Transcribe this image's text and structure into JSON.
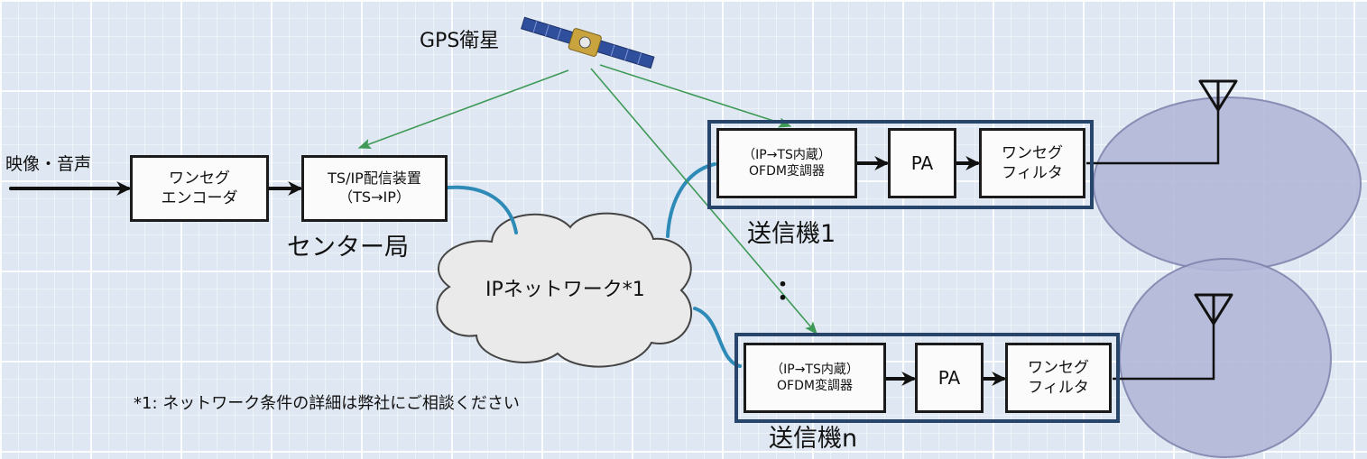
{
  "satellite_label": "GPS衛星",
  "input_label": "映像・音声",
  "encoder": {
    "line1": "ワンセグ",
    "line2": "エンコーダ"
  },
  "ts_ip_device": {
    "line1": "TS/IP配信装置",
    "line2": "（TS→IP）"
  },
  "center_station_label": "センター局",
  "network_label": "IPネットワーク*1",
  "ellipsis": "：",
  "footnote": "*1: ネットワーク条件の詳細は弊社にご相談ください",
  "transmitters": [
    {
      "label": "送信機1",
      "modulator": {
        "line1": "（IP→TS内蔵）",
        "line2": "OFDM変調器"
      },
      "pa": "PA",
      "filter": {
        "line1": "ワンセグ",
        "line2": "フィルタ"
      }
    },
    {
      "label": "送信機n",
      "modulator": {
        "line1": "（IP→TS内蔵）",
        "line2": "OFDM変調器"
      },
      "pa": "PA",
      "filter": {
        "line1": "ワンセグ",
        "line2": "フィルタ"
      }
    }
  ],
  "colors": {
    "gps_line": "#3f9a57",
    "network_link": "#2e8bb8",
    "frame": "#27446a",
    "coverage": "#b3b8d9",
    "cloud": "#eaeaea"
  }
}
